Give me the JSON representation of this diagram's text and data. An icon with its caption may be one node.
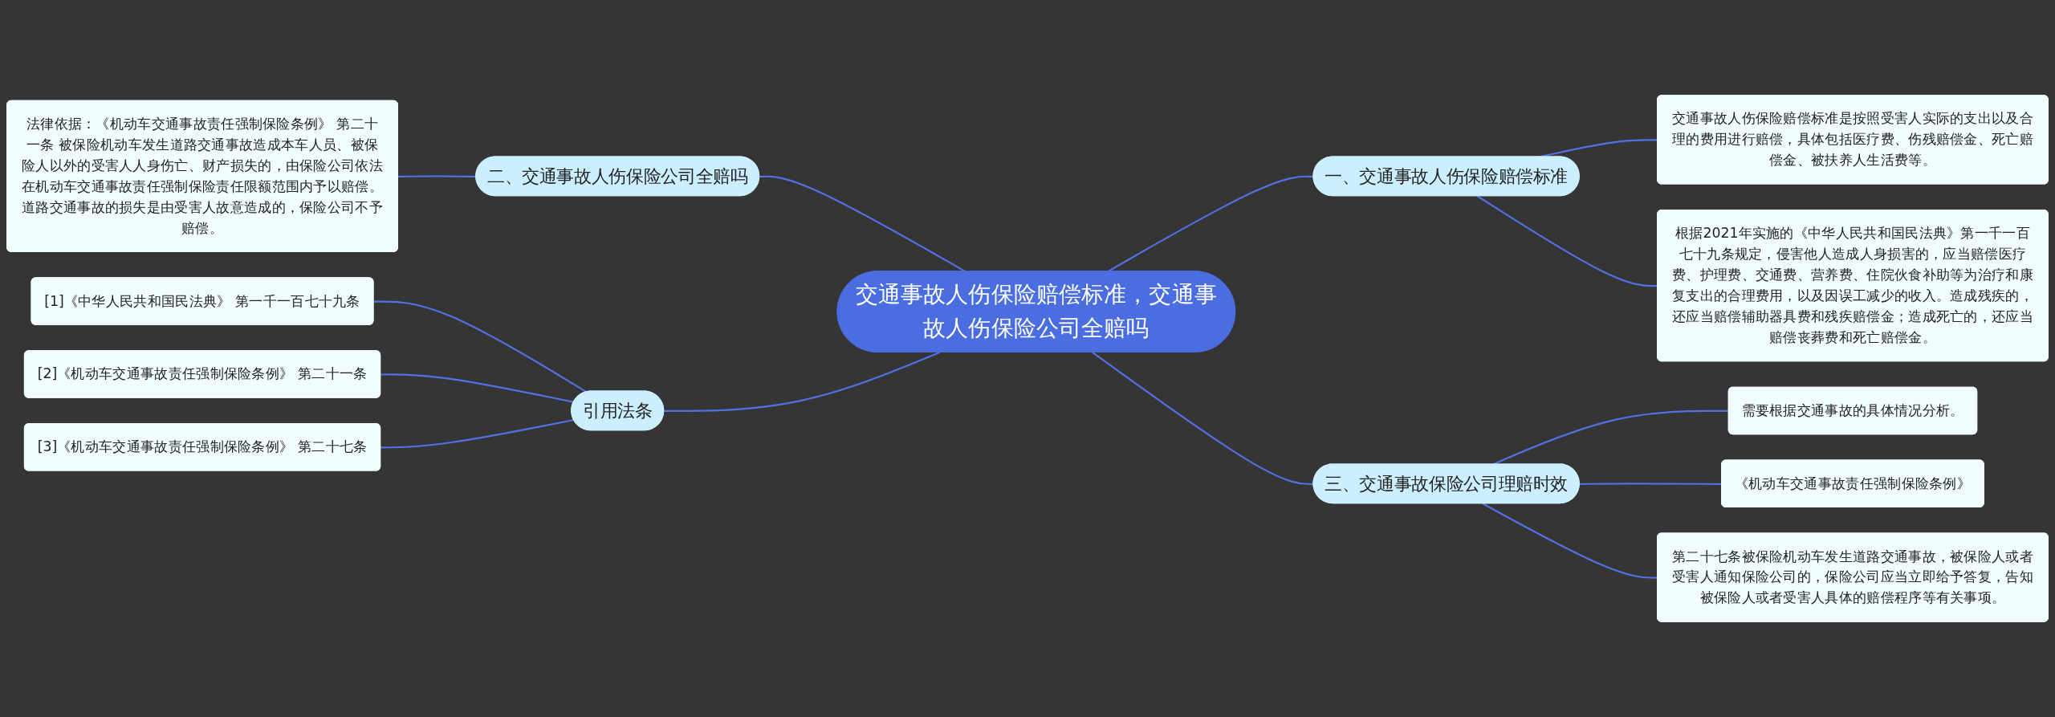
{
  "diagram": {
    "nodes": [
      {
        "text": [
          "交通事故人伤保险赔偿标准，交通事故人伤保险公司全赔吗"
        ]
      },
      {
        "text": [
          "一、交通事故人伤保险赔偿标准"
        ]
      },
      {
        "text": [
          "交通事故人伤保险赔偿标准是按照受害人实际的支出以及合理的费用进行赔偿，具体包括医疗费、伤残赔偿金、死亡赔偿金、被扶养人生活费等。"
        ]
      },
      {
        "text": [
          "根据2021年实施的《中华人民共和国民法典》第一千一百七十九条规定，侵害他人造成人身损害的，应当赔偿医疗费、护理费、交通费、营养费、住院伙食补助等为治疗和康复支出的合理费用，以及因误工减少的收入。造成残疾的，还应当赔偿辅助器具费和残疾赔偿金；造成死亡的，还应当赔偿丧葬费和死亡赔偿金。"
        ]
      },
      {
        "text": [
          "二、交通事故人伤保险公司全赔吗"
        ]
      },
      {
        "text": [
          "法律依据：《机动车交通事故责任强制保险条例》 第二十一条 被保险机动车发生道路交通事故造成本车人员、被保险人以外的受害人人身伤亡、财产损失的，由保险公司依法在机动车交通事故责任强制保险责任限额范围内予以赔偿。道路交通事故的损失是由受害人故意造成的，保险公司不予赔偿。"
        ]
      },
      {
        "text": [
          "三、交通事故保险公司理赔时效"
        ]
      },
      {
        "text": [
          "需要根据交通事故的具体情况分析。"
        ]
      },
      {
        "text": [
          "《机动车交通事故责任强制保险条例》"
        ]
      },
      {
        "text": [
          "第二十七条被保险机动车发生道路交通事故，被保险人或者受害人通知保险公司的，保险公司应当立即给予答复，告知被保险人或者受害人具体的赔偿程序等有关事项。"
        ]
      },
      {
        "text": [
          "引用法条"
        ]
      },
      {
        "text": [
          "[1]《中华人民共和国民法典》 第一千一百七十九条"
        ]
      },
      {
        "text": [
          "[2]《机动车交通事故责任强制保险条例》 第二十一条"
        ]
      },
      {
        "text": [
          "[3]《机动车交通事故责任强制保险条例》 第二十七条"
        ]
      }
    ],
    "edges": [
      {
        "from": 0,
        "to": 1,
        "arrow": "none"
      },
      {
        "from": 1,
        "to": 2,
        "arrow": "none"
      },
      {
        "from": 1,
        "to": 3,
        "arrow": "none"
      },
      {
        "from": 5,
        "to": 4,
        "arrow": "none"
      },
      {
        "from": 4,
        "to": 0,
        "arrow": "none"
      },
      {
        "from": 0,
        "to": 6,
        "arrow": "none"
      },
      {
        "from": 6,
        "to": 7,
        "arrow": "none"
      },
      {
        "from": 6,
        "to": 8,
        "arrow": "none"
      },
      {
        "from": 6,
        "to": 9,
        "arrow": "none"
      },
      {
        "from": 11,
        "to": 10,
        "arrow": "none"
      },
      {
        "from": 12,
        "to": 10,
        "arrow": "none"
      },
      {
        "from": 13,
        "to": 10,
        "arrow": "none"
      },
      {
        "from": 10,
        "to": 0,
        "arrow": "none"
      }
    ]
  }
}
